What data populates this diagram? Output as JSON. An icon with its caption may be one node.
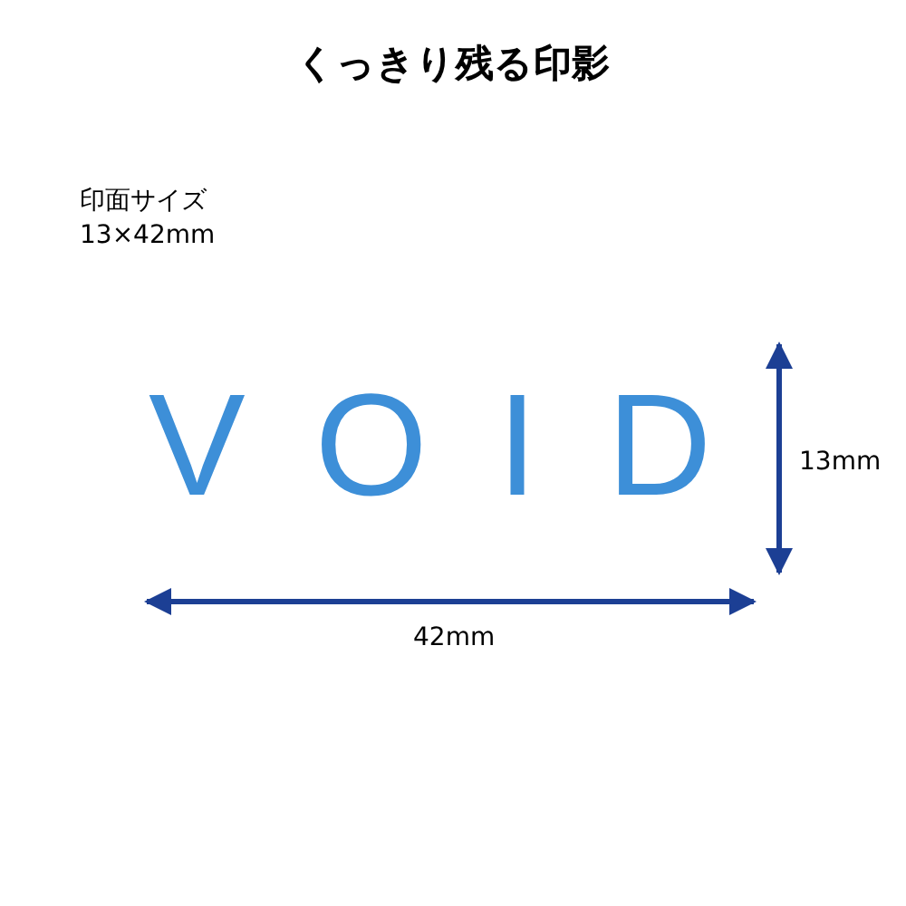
{
  "diagram": {
    "title": "くっきり残る印影",
    "labels": [
      "印面サイズ",
      "13×42mm",
      "VOID",
      "13mm",
      "42mm"
    ]
  }
}
